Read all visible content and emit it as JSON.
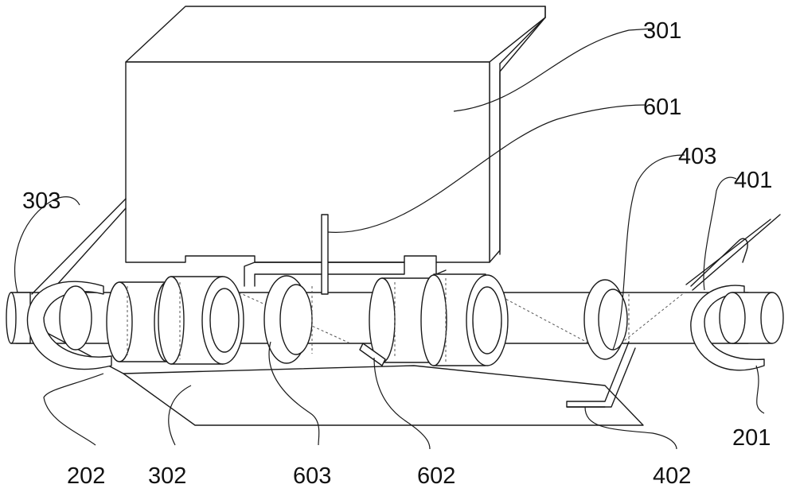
{
  "labels": {
    "l301": "301",
    "l601": "601",
    "l403": "403",
    "l401": "401",
    "l303": "303",
    "l202": "202",
    "l302": "302",
    "l603": "603",
    "l602": "602",
    "l402": "402",
    "l201": "201"
  }
}
